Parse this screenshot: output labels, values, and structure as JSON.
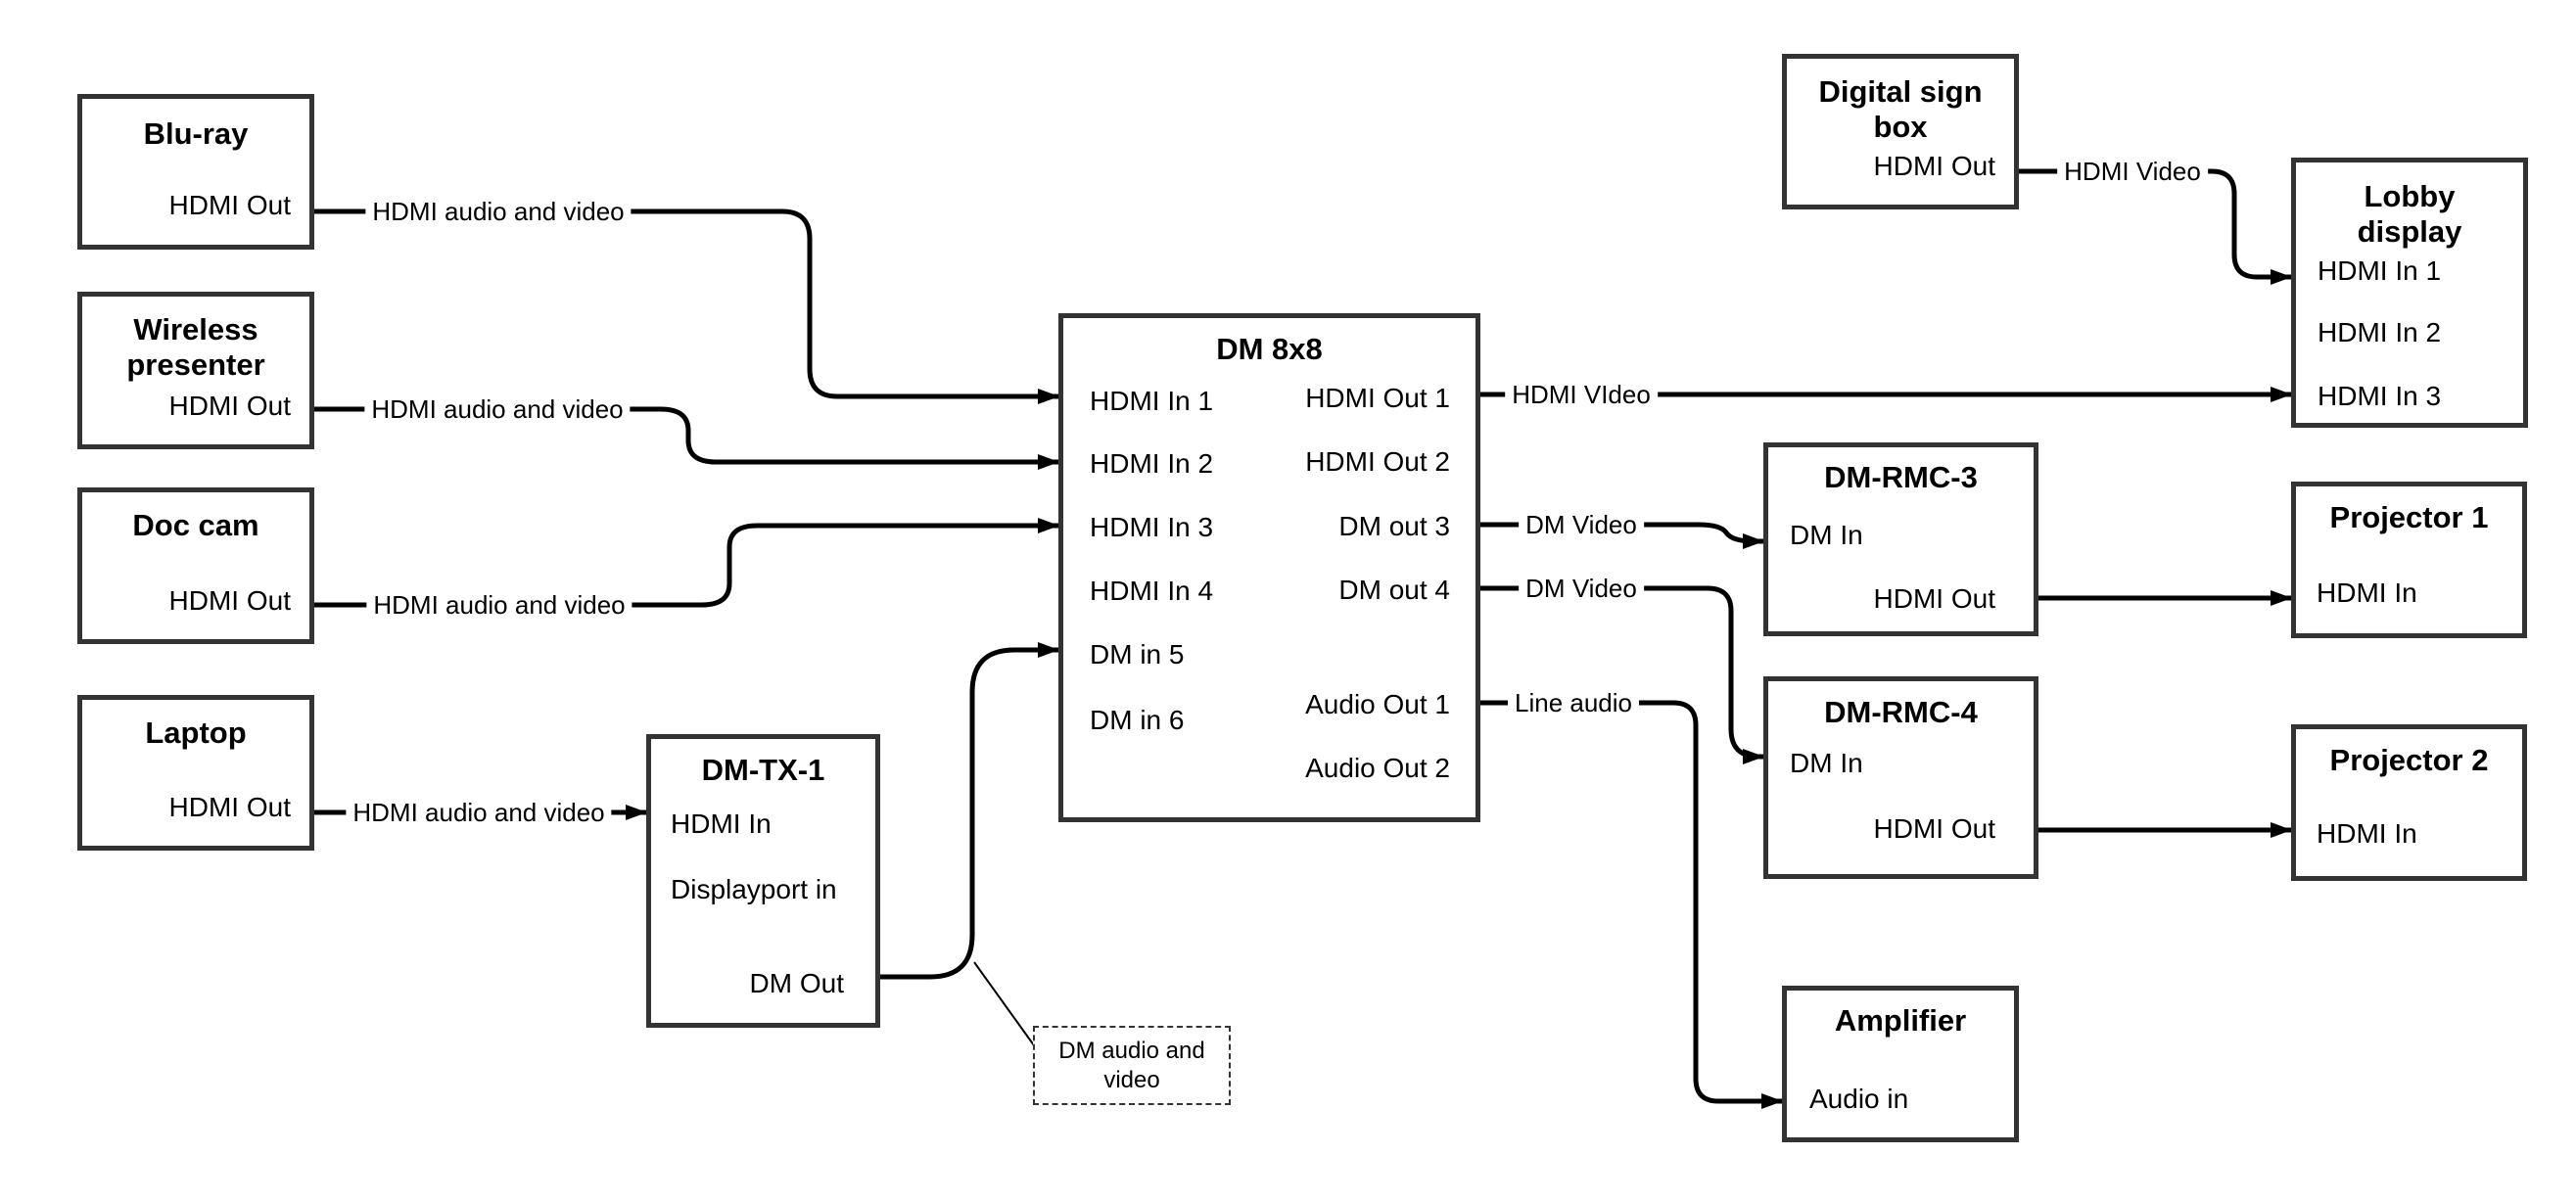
{
  "colors": {
    "wire": "#000000",
    "box_border": "#333333",
    "background": "#ffffff",
    "text": "#000000"
  },
  "nodes": {
    "bluray": {
      "title": "Blu-ray",
      "port": "HDMI Out"
    },
    "wireless": {
      "title": "Wireless presenter",
      "port": "HDMI Out"
    },
    "doccam": {
      "title": "Doc cam",
      "port": "HDMI Out"
    },
    "laptop": {
      "title": "Laptop",
      "port": "HDMI Out"
    },
    "dmtx1": {
      "title": "DM-TX-1",
      "ports": {
        "hdmi_in": "HDMI In",
        "dp_in": "Displayport in",
        "dm_out": "DM Out"
      }
    },
    "dm8x8": {
      "title": "DM 8x8",
      "inputs": [
        "HDMI In 1",
        "HDMI In 2",
        "HDMI In 3",
        "HDMI In 4",
        "DM in 5",
        "DM in 6"
      ],
      "outputs": [
        "HDMI Out 1",
        "HDMI Out 2",
        "DM out 3",
        "DM out 4",
        "Audio Out 1",
        "Audio Out 2"
      ]
    },
    "signbox": {
      "title": "Digital sign box",
      "port": "HDMI Out"
    },
    "lobby": {
      "title": "Lobby display",
      "inputs": [
        "HDMI In 1",
        "HDMI In 2",
        "HDMI In 3"
      ]
    },
    "rmc3": {
      "title": "DM-RMC-3",
      "ports": {
        "dm_in": "DM In",
        "hdmi_out": "HDMI Out"
      }
    },
    "proj1": {
      "title": "Projector 1",
      "port": "HDMI In"
    },
    "rmc4": {
      "title": "DM-RMC-4",
      "ports": {
        "dm_in": "DM In",
        "hdmi_out": "HDMI Out"
      }
    },
    "proj2": {
      "title": "Projector 2",
      "port": "HDMI In"
    },
    "amp": {
      "title": "Amplifier",
      "port": "Audio in"
    }
  },
  "wire_labels": {
    "bluray_to_dm8x8": "HDMI audio and video",
    "wireless_to_dm8x8": "HDMI audio and video",
    "doccam_to_dm8x8": "HDMI audio and video",
    "laptop_to_dmtx1": "HDMI audio and video",
    "hdmiout1_to_lobby": "HDMI VIdeo",
    "dmout3_to_rmc3": "DM Video",
    "dmout4_to_rmc4": "DM Video",
    "audioout1_to_amp": "Line audio",
    "signbox_to_lobby": "HDMI Video"
  },
  "note": {
    "text": "DM audio and video"
  }
}
